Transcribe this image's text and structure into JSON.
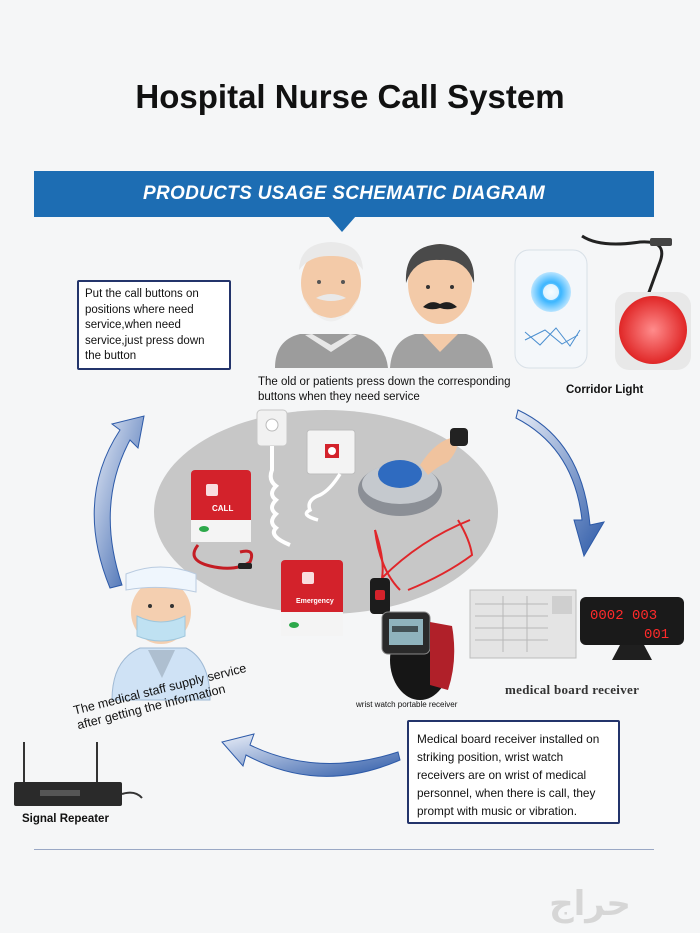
{
  "title": "Hospital Nurse Call System",
  "banner": {
    "text": "PRODUCTS USAGE SCHEMATIC DIAGRAM"
  },
  "notes": {
    "buttons_placement": "Put the call buttons on positions where need service,when need service,just press down the button",
    "receivers": "Medical board receiver installed on striking position, wrist watch receivers are on wrist of medical personnel, when there is call, they prompt with music or vibration."
  },
  "captions": {
    "patients": "The old or patients press down the corresponding buttons when they need service",
    "corridor_light": "Corridor Light",
    "wrist_watch": "wrist watch portable receiver",
    "medical_board": "medical board receiver",
    "signal_repeater": "Signal Repeater",
    "medical_staff": "The medical staff supply service after getting the information"
  },
  "device_labels": {
    "call_button": "CALL",
    "emergency_button": "Emergency",
    "board_display_top": "0002 003",
    "board_display_bottom": "001"
  },
  "watermark": "حراج",
  "colors": {
    "banner": "#1d6db3",
    "arrow": "#2d5aa8",
    "note_border": "#23346b",
    "button_red": "#d3222b",
    "display_red": "#ff2a2a"
  }
}
